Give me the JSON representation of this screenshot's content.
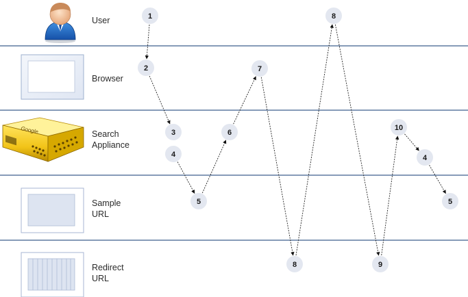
{
  "lanes": [
    {
      "id": "user",
      "label_lines": [
        "User"
      ],
      "icon": "user-avatar-icon"
    },
    {
      "id": "browser",
      "label_lines": [
        "Browser"
      ],
      "icon": "browser-window-icon"
    },
    {
      "id": "appliance",
      "label_lines": [
        "Search",
        "Appliance"
      ],
      "icon": "search-appliance-server-icon"
    },
    {
      "id": "sample",
      "label_lines": [
        "Sample",
        "URL"
      ],
      "icon": "sample-url-page-icon"
    },
    {
      "id": "redirect",
      "label_lines": [
        "Redirect",
        "URL"
      ],
      "icon": "redirect-url-page-icon"
    }
  ],
  "appliance_brand": "Google",
  "steps": [
    {
      "id": "s1",
      "label": "1",
      "lane": "user"
    },
    {
      "id": "s2",
      "label": "2",
      "lane": "browser"
    },
    {
      "id": "s3",
      "label": "3",
      "lane": "appliance"
    },
    {
      "id": "s4a",
      "label": "4",
      "lane": "appliance"
    },
    {
      "id": "s5a",
      "label": "5",
      "lane": "sample"
    },
    {
      "id": "s6",
      "label": "6",
      "lane": "appliance"
    },
    {
      "id": "s7",
      "label": "7",
      "lane": "browser"
    },
    {
      "id": "s8a",
      "label": "8",
      "lane": "redirect"
    },
    {
      "id": "s8b",
      "label": "8",
      "lane": "user"
    },
    {
      "id": "s9",
      "label": "9",
      "lane": "redirect"
    },
    {
      "id": "s10",
      "label": "10",
      "lane": "appliance"
    },
    {
      "id": "s4b",
      "label": "4",
      "lane": "appliance"
    },
    {
      "id": "s5b",
      "label": "5",
      "lane": "sample"
    }
  ],
  "arrows": [
    {
      "from": "s1",
      "to": "s2"
    },
    {
      "from": "s2",
      "to": "s3"
    },
    {
      "from": "s4a",
      "to": "s5a"
    },
    {
      "from": "s5a",
      "to": "s6"
    },
    {
      "from": "s6",
      "to": "s7"
    },
    {
      "from": "s7",
      "to": "s8a"
    },
    {
      "from": "s8a",
      "to": "s8b"
    },
    {
      "from": "s8b",
      "to": "s9"
    },
    {
      "from": "s9",
      "to": "s10"
    },
    {
      "from": "s10",
      "to": "s4b"
    },
    {
      "from": "s4b",
      "to": "s5b"
    }
  ],
  "colors": {
    "lane_separator": "#3d5f8e",
    "step_circle": "#e3e7f0",
    "arrow": "#222222",
    "appliance_body": "#f2c418"
  }
}
